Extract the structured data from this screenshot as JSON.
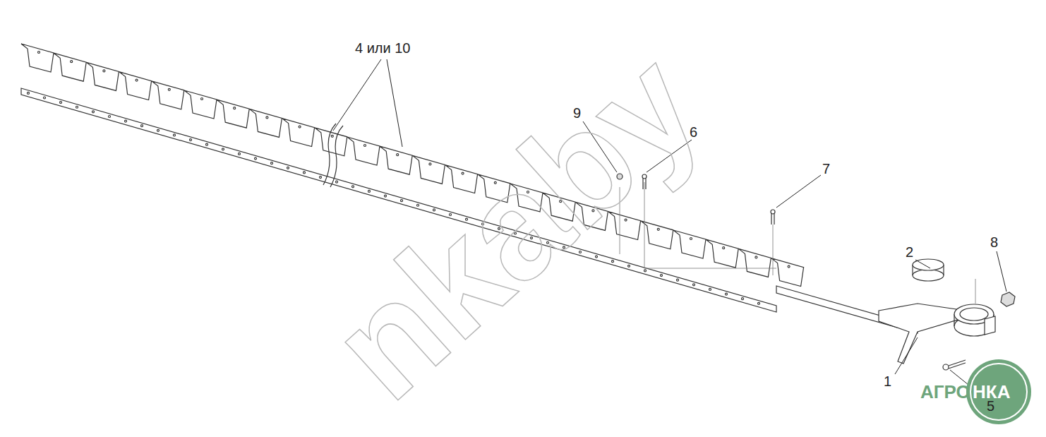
{
  "diagram": {
    "labels": [
      "4 или 10",
      "9",
      "6",
      "7",
      "2",
      "8",
      "1",
      "5",
      "nkaby",
      "АГРО",
      "НКА"
    ]
  }
}
